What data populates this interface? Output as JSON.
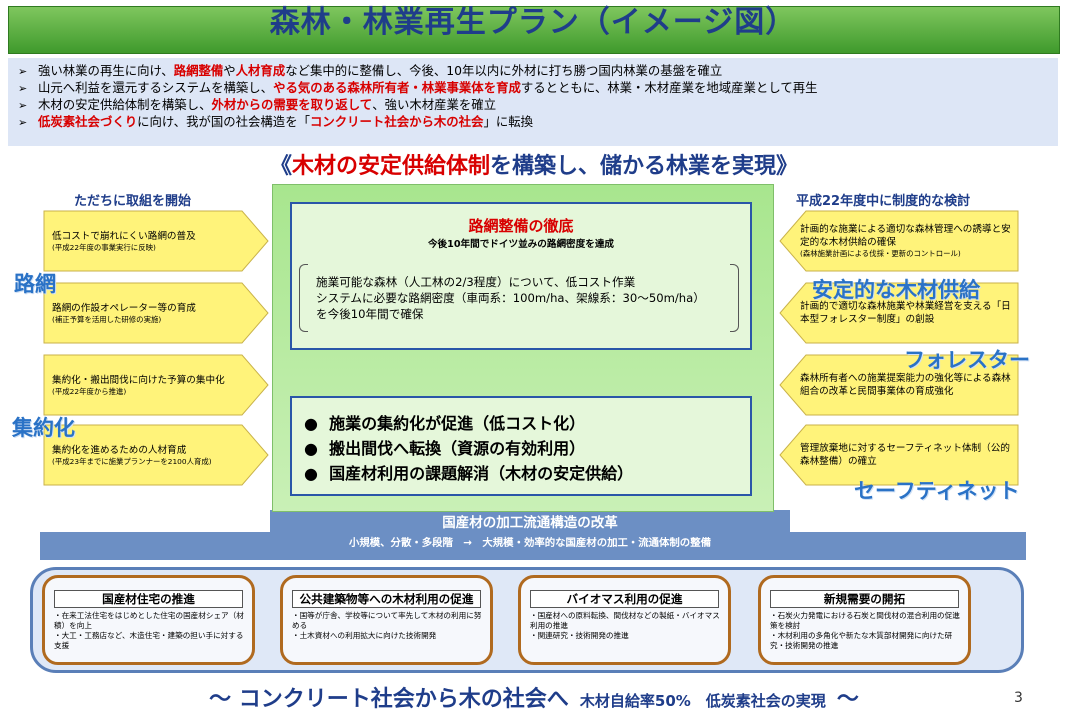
{
  "title": "森林・林業再生プラン（イメージ図）",
  "bullets": [
    {
      "marker": "➢",
      "parts": [
        {
          "text": "強い林業の再生に向け、"
        },
        {
          "text": "路網整備",
          "red": true
        },
        {
          "text": "や"
        },
        {
          "text": "人材育成",
          "red": true
        },
        {
          "text": "など集中的に整備し、今後、10年以内に外材に打ち勝つ国内林業の基盤を確立"
        }
      ]
    },
    {
      "marker": "➢",
      "parts": [
        {
          "text": "山元へ利益を還元するシステムを構築し、"
        },
        {
          "text": "やる気のある森林所有者・林業事業体を育成",
          "red": true
        },
        {
          "text": "するとともに、林業・木材産業を地域産業として再生"
        }
      ]
    },
    {
      "marker": "➢",
      "parts": [
        {
          "text": "木材の安定供給体制を構築し、"
        },
        {
          "text": "外材からの需要を取り返して",
          "red": true
        },
        {
          "text": "、強い木材産業を確立"
        }
      ]
    },
    {
      "marker": "➢",
      "parts": [
        {
          "text": "低炭素社会づくり",
          "red": true
        },
        {
          "text": "に向け、我が国の社会構造を「"
        },
        {
          "text": "コンクリート社会から木の社会",
          "red": true
        },
        {
          "text": "」に転換"
        }
      ]
    }
  ],
  "headline": {
    "open": "《",
    "red": "木材の安定供給体制",
    "rest": "を構築し、儲かる林業を実現",
    "close": "》"
  },
  "left": {
    "header": "ただちに取組を開始",
    "items": [
      {
        "main": "低コストで崩れにくい路網の普及",
        "sub": "(平成22年度の事業実行に反映)"
      },
      {
        "main": "路網の作設オペレーター等の育成",
        "sub": "(補正予算を活用した研修の実施)"
      },
      {
        "main": "集約化・搬出間伐に向けた予算の集中化",
        "sub": "(平成22年度から推進)"
      },
      {
        "main": "集約化を進めるための人材育成",
        "sub": "(平成23年までに施業プランナーを2100人育成)"
      }
    ],
    "labels": [
      "路網",
      "集約化"
    ]
  },
  "right": {
    "header": "平成22年度中に制度的な検討",
    "items": [
      {
        "main": "計画的な施業による適切な森林管理への誘導と安定的な木材供給の確保",
        "sub": "(森林施業計画による伐採・更新のコントロール)"
      },
      {
        "main": "計画的で適切な森林施業や林業経営を支える「日本型フォレスター制度」の創設",
        "sub": ""
      },
      {
        "main": "森林所有者への施業提案能力の強化等による森林組合の改革と民間事業体の育成強化",
        "sub": ""
      },
      {
        "main": "管理放棄地に対するセーフティネット体制（公的森林整備）の確立",
        "sub": ""
      }
    ],
    "labels": [
      "安定的な木材供給",
      "フォレスター",
      "セーフティネット"
    ]
  },
  "center": {
    "plan_title": "路網整備の徹底",
    "plan_sub": "今後10年間でドイツ並みの路網密度を達成",
    "plan_body": [
      "施業可能な森林（人工林の2/3程度）について、低コスト作業",
      "システムに必要な路網密度（車両系：100m/ha、架線系：30～50m/ha）",
      "を今後10年間で確保"
    ],
    "results": [
      "施業の集約化が促進（低コスト化）",
      "搬出間伐へ転換（資源の有効利用）",
      "国産材利用の課題解消（木材の安定供給）"
    ],
    "bullet_mark": "●"
  },
  "banner": {
    "title": "国産材の加工流通構造の改革",
    "subtitle": "小規模、分散・多段階　→　大規模・効率的な国産材の加工・流通体制の整備"
  },
  "cards": [
    {
      "title": "国産材住宅の推進",
      "lines": [
        "・在来工法住宅をはじめとした住宅の国産材シェア（材積）を向上",
        "・大工・工務店など、木造住宅・建築の担い手に対する支援"
      ]
    },
    {
      "title": "公共建築物等への木材利用の促進",
      "lines": [
        "・国等が庁舎、学校等について率先して木材の利用に努める",
        "・土木資材への利用拡大に向けた技術開発"
      ]
    },
    {
      "title": "バイオマス利用の促進",
      "lines": [
        "・国産材への原料転換、間伐材などの製紙・バイオマス利用の推進",
        "・関連研究・技術開発の推進"
      ]
    },
    {
      "title": "新規需要の開拓",
      "lines": [
        "・石炭火力発電における石炭と間伐材の混合利用の促進策を検討",
        "・木材利用の多角化や新たな木質部材開発に向けた研究・技術開発の推進"
      ]
    }
  ],
  "footer": {
    "left": "～ コンクリート社会から木の社会へ",
    "right": "木材自給率50%　低炭素社会の実現",
    "end": "～"
  },
  "page_number": "3",
  "colors": {
    "title_green": "#4fae3a",
    "navy": "#1f3d8a",
    "red": "#d80000",
    "yellow": "#fff37a",
    "center_green": "#b7ec9f",
    "accent_blue": "#2a72c6"
  }
}
